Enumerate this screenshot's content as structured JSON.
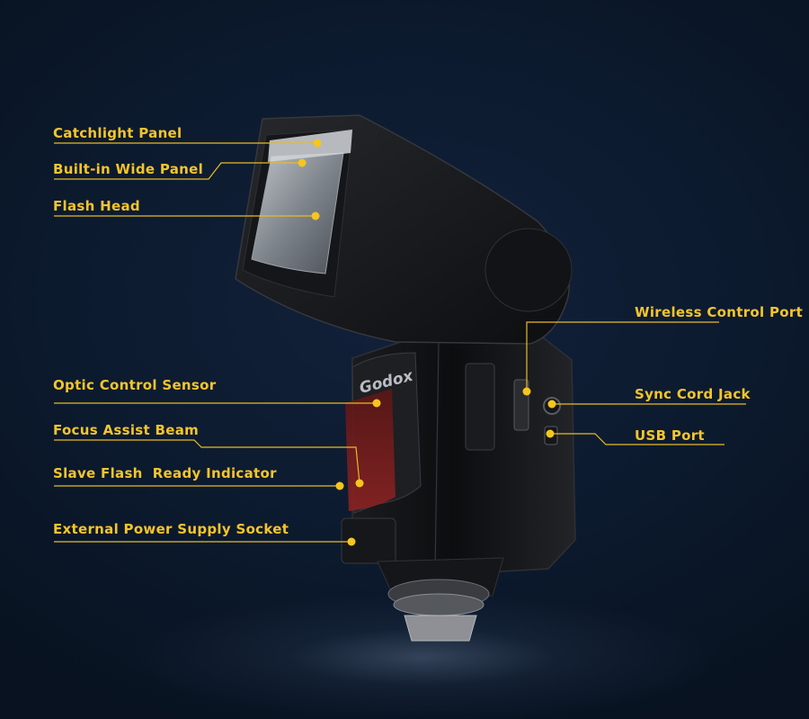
{
  "accent_color": "#f4c52c",
  "brand_logo": "Godox",
  "callouts": {
    "catchlight_panel": "Catchlight Panel",
    "builtin_wide_panel": "Built-in Wide Panel",
    "flash_head": "Flash Head",
    "wireless_control_port": "Wireless Control Port",
    "sync_cord_jack": "Sync Cord Jack",
    "usb_port": "USB Port",
    "optic_control_sensor": "Optic Control Sensor",
    "focus_assist_beam": "Focus Assist Beam",
    "slave_flash_ready_indicator": "Slave Flash  Ready Indicator",
    "external_power_supply_socket": "External Power Supply Socket"
  }
}
